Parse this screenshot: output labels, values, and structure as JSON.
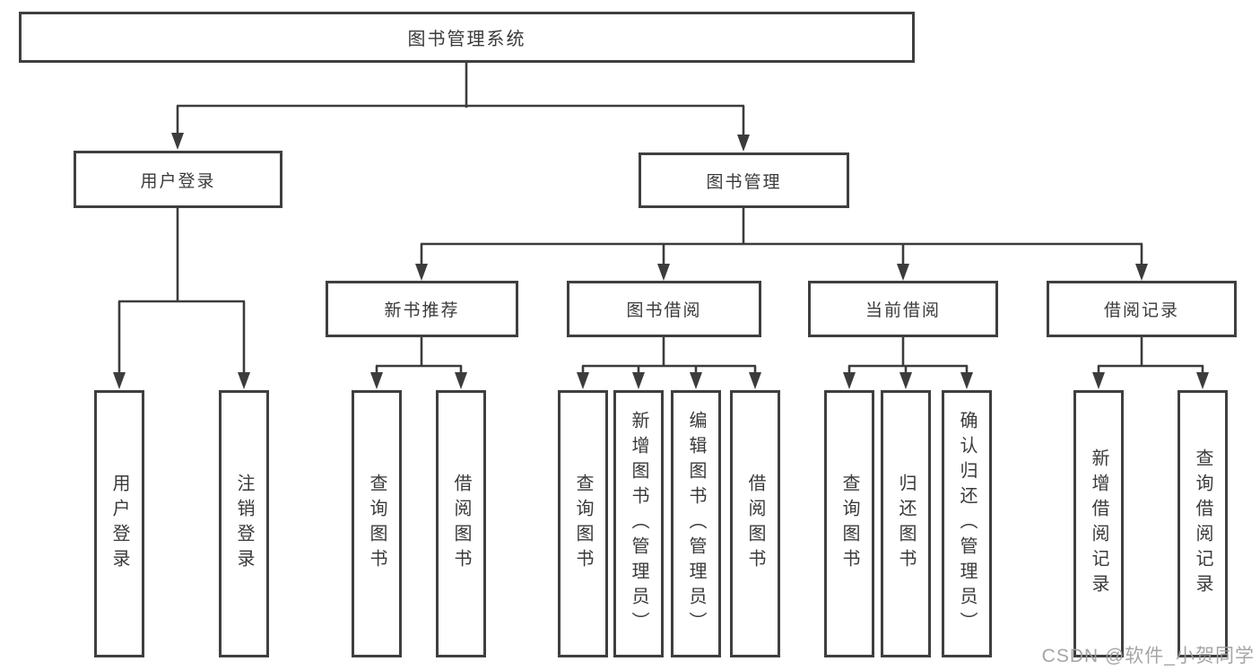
{
  "tree": {
    "label": "图书管理系统",
    "children": [
      {
        "label": "用户登录",
        "children": [
          {
            "label": "用户登录"
          },
          {
            "label": "注销登录"
          }
        ]
      },
      {
        "label": "图书管理",
        "children": [
          {
            "label": "新书推荐",
            "children": [
              {
                "label": "查询图书"
              },
              {
                "label": "借阅图书"
              }
            ]
          },
          {
            "label": "图书借阅",
            "children": [
              {
                "label": "查询图书"
              },
              {
                "label": "新增图书（管理员）"
              },
              {
                "label": "编辑图书（管理员）"
              },
              {
                "label": "借阅图书"
              }
            ]
          },
          {
            "label": "当前借阅",
            "children": [
              {
                "label": "查询图书"
              },
              {
                "label": "归还图书"
              },
              {
                "label": "确认归还（管理员）"
              }
            ]
          },
          {
            "label": "借阅记录",
            "children": [
              {
                "label": "新增借阅记录"
              },
              {
                "label": "查询借阅记录"
              }
            ]
          }
        ]
      }
    ]
  },
  "watermark": {
    "text": "CSDN @软件_小贺同学",
    "color": "#9e9e9e"
  },
  "colors": {
    "line": "#3c3c3c",
    "border": "#3f3f3f",
    "text": "#3a3a3a",
    "background": "#ffffff"
  }
}
